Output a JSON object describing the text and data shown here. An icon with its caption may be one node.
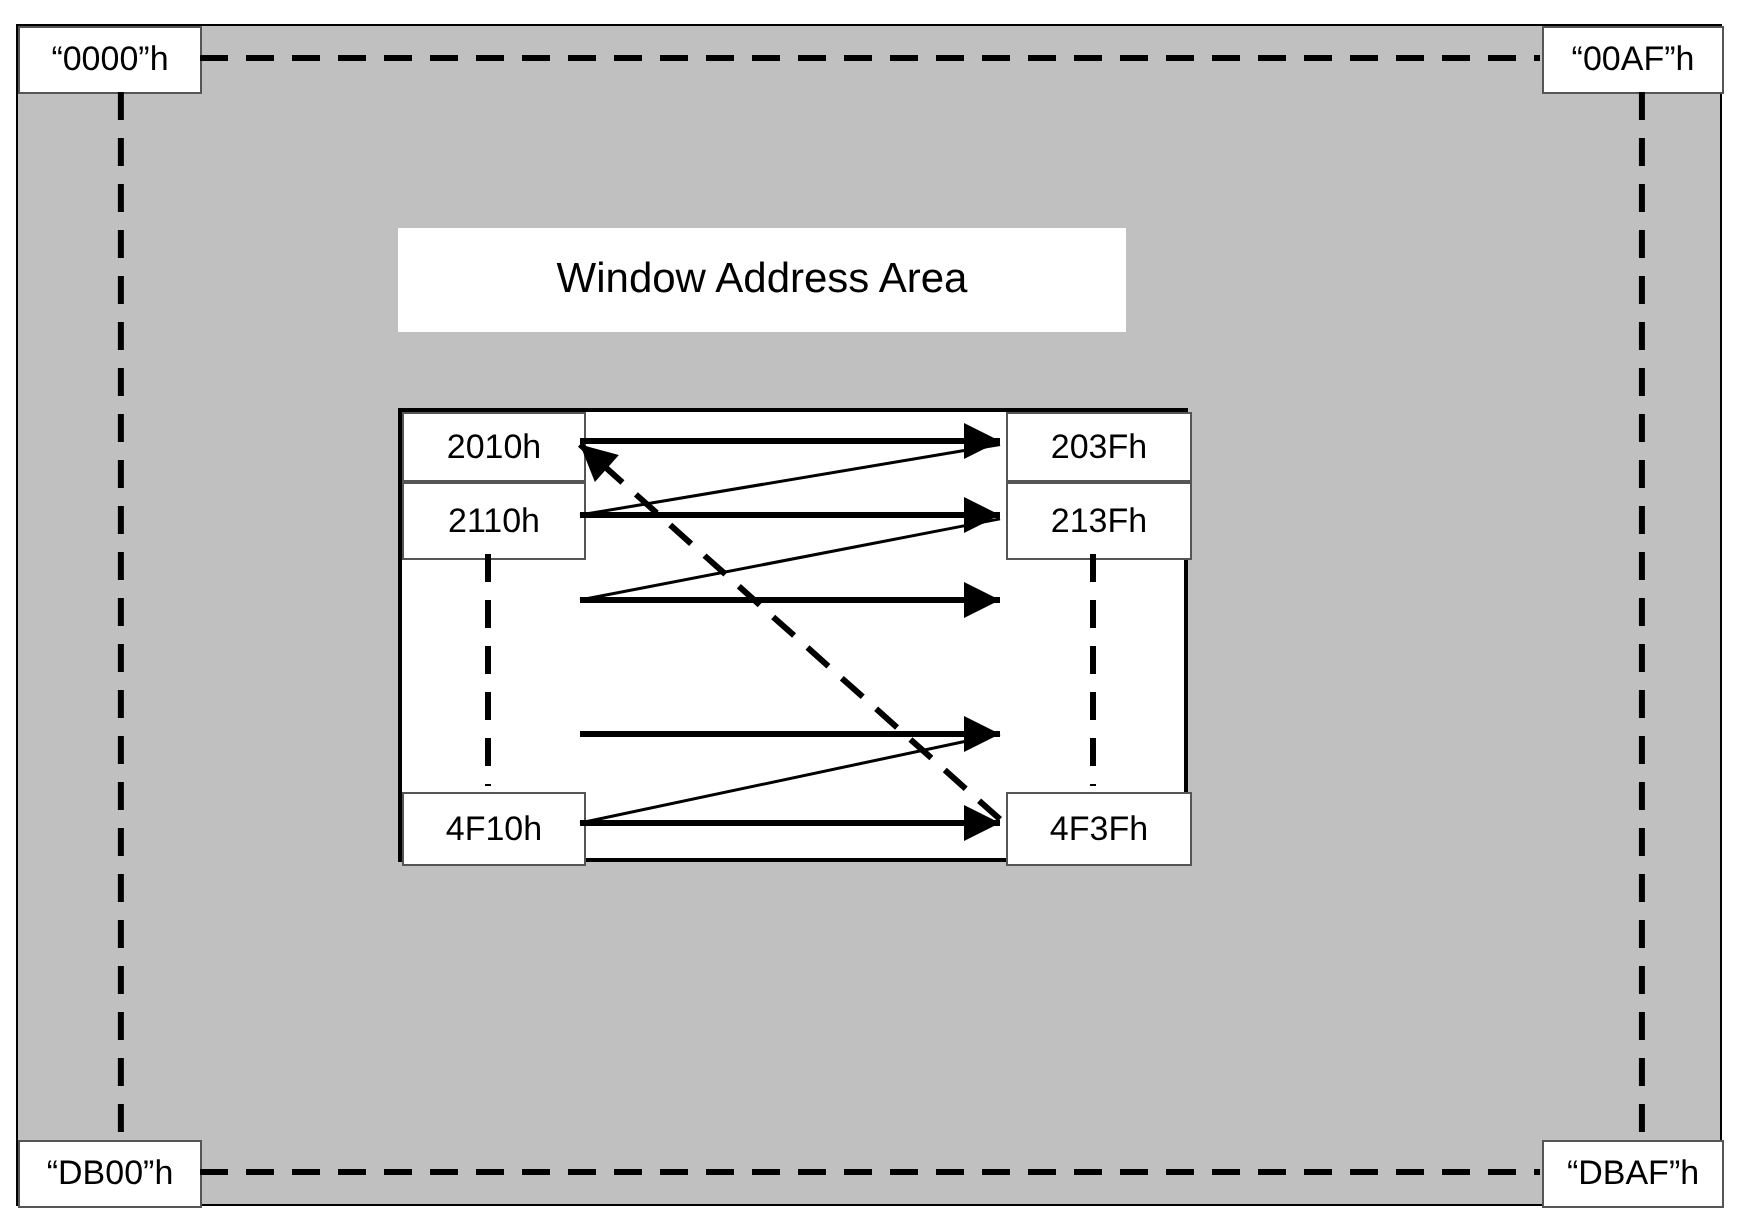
{
  "diagram": {
    "nodes": [
      {
        "text": [],
        "shape": "box"
      },
      {
        "text": [
          "“0000”h"
        ],
        "in": 0
      },
      {
        "text": [
          "“00AF”h"
        ],
        "in": 0
      },
      {
        "text": [
          "Window Address Area"
        ],
        "in": 0
      },
      {
        "text": [],
        "shape": "box",
        "in": 0
      },
      {
        "text": [
          "2010h"
        ],
        "in": 4
      },
      {
        "text": [
          "203Fh"
        ],
        "in": 4
      },
      {
        "text": [
          "2110h"
        ],
        "in": 4
      },
      {
        "text": [
          "213Fh"
        ],
        "in": 4
      },
      {
        "text": [
          "4F10h"
        ],
        "in": 4
      },
      {
        "text": [
          "4F3Fh"
        ],
        "in": 4
      },
      {
        "text": [
          "“DB00”h"
        ],
        "in": 0
      },
      {
        "text": [
          "“DBAF”h"
        ],
        "in": 0
      }
    ],
    "edges": [
      {
        "from": 5,
        "to": 6,
        "arrow": "to"
      },
      {
        "from": 7,
        "to": 6,
        "arrow": "none"
      },
      {
        "from": 7,
        "to": 8,
        "arrow": "to"
      },
      {
        "from": null,
        "to": 8,
        "arrow": "none"
      },
      {
        "from": 9,
        "to": null,
        "arrow": "none"
      },
      {
        "from": 9,
        "to": 10,
        "arrow": "to"
      },
      {
        "from": 10,
        "to": 5,
        "arrow": "to",
        "style": "dashed"
      },
      {
        "from": 7,
        "to": 9,
        "arrow": "none",
        "style": "dashed"
      },
      {
        "from": 8,
        "to": 10,
        "arrow": "none",
        "style": "dashed"
      },
      {
        "from": 1,
        "to": 2,
        "arrow": "none",
        "style": "dashed"
      },
      {
        "from": 1,
        "to": 11,
        "arrow": "none",
        "style": "dashed"
      },
      {
        "from": 2,
        "to": 12,
        "arrow": "none",
        "style": "dashed"
      },
      {
        "from": 11,
        "to": 12,
        "arrow": "none",
        "style": "dashed"
      }
    ]
  }
}
